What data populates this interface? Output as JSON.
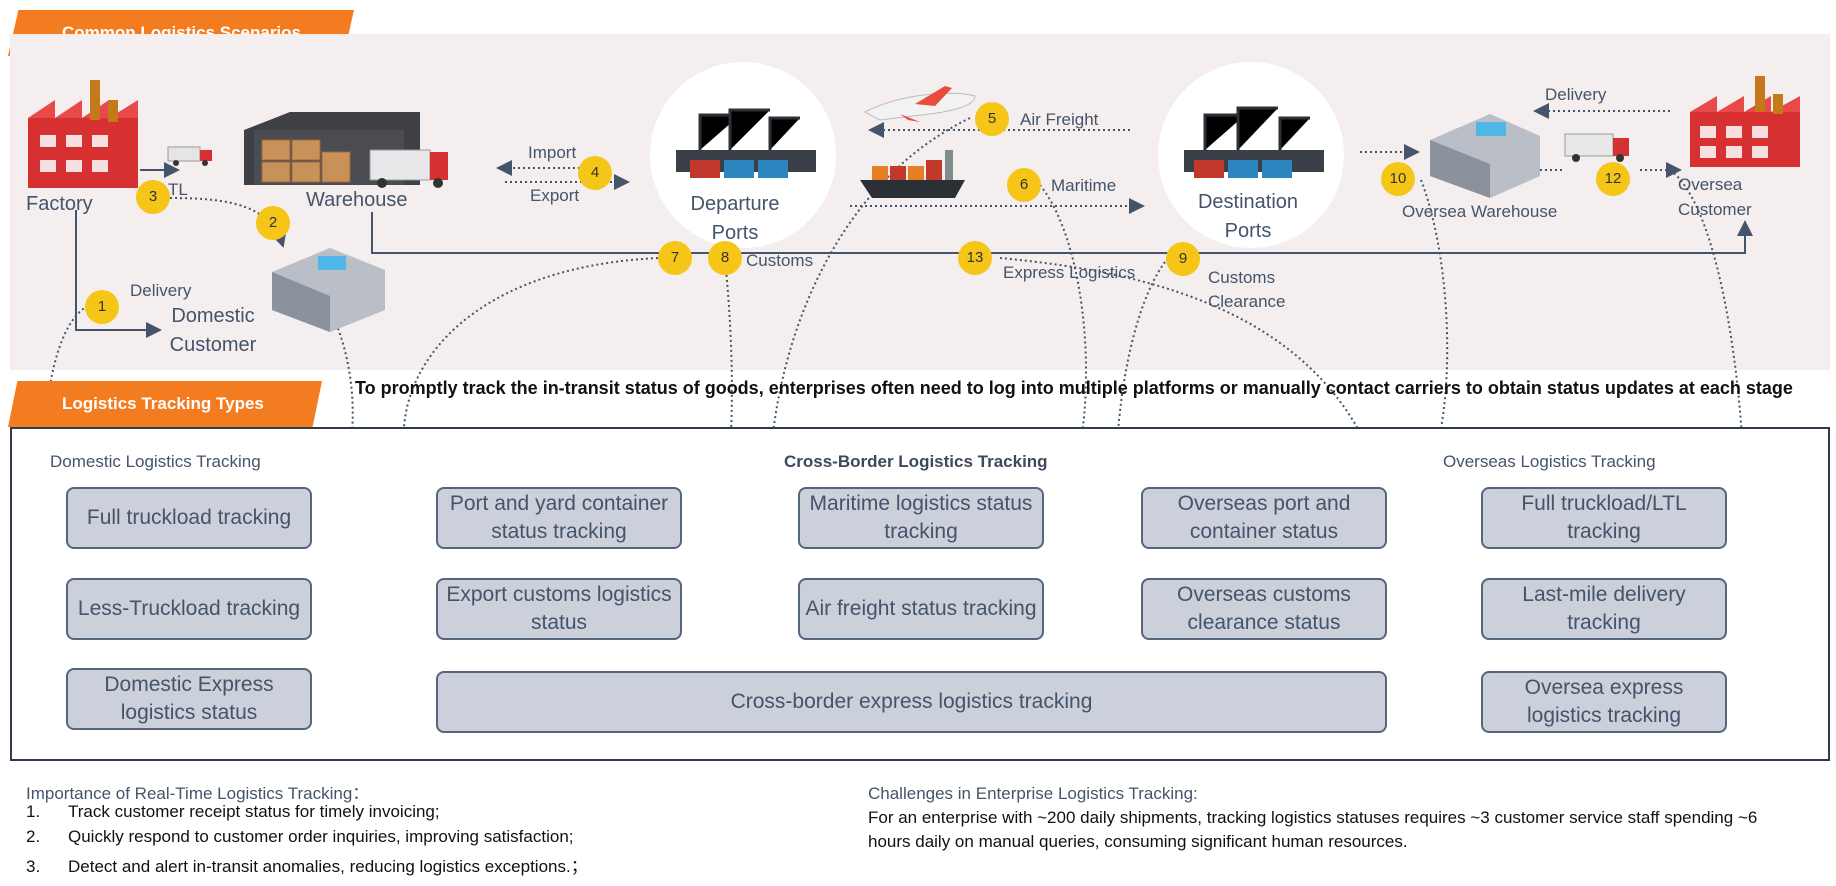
{
  "banners": {
    "scenarios": "Common Logistics Scenarios",
    "tracking_types": "Logistics Tracking Types"
  },
  "scene": {
    "factory": "Factory",
    "warehouse": "Warehouse",
    "departure_ports": "Departure Ports",
    "destination_ports": "Destination Ports",
    "oversea_warehouse": "Oversea Warehouse",
    "oversea_customer": "Oversea Customer",
    "domestic_customer": "Domestic Customer",
    "delivery_left": "Delivery",
    "delivery_right": "Delivery",
    "tl": "TL",
    "import": "Import",
    "export": "Export",
    "air_freight": "Air Freight",
    "maritime": "Maritime",
    "customs": "Customs",
    "express_logistics": "Express Logistics",
    "customs_clearance": "Customs Clearance"
  },
  "steps": [
    "1",
    "2",
    "3",
    "4",
    "5",
    "6",
    "7",
    "8",
    "9",
    "10",
    "12",
    "13"
  ],
  "notice": "To promptly track the in-transit status of goods, enterprises often need to log into multiple platforms or manually contact carriers to obtain status updates at each stage",
  "tracking": {
    "domestic_title": "Domestic Logistics Tracking",
    "cross_border_title": "Cross-Border Logistics Tracking",
    "overseas_title": "Overseas Logistics Tracking",
    "boxes": {
      "full_truckload": "Full truckload tracking",
      "less_truckload": "Less-Truckload tracking",
      "domestic_express": "Domestic Express logistics status",
      "port_yard": "Port and yard container status tracking",
      "export_customs": "Export customs logistics status",
      "maritime_status": "Maritime logistics status tracking",
      "air_freight_status": "Air freight status tracking",
      "overseas_port": "Overseas port and container status",
      "overseas_customs": "Overseas customs clearance status",
      "cross_border_express": "Cross-border express logistics tracking",
      "full_truckload_ltl": "Full truckload/LTL tracking",
      "last_mile": "Last-mile delivery tracking",
      "oversea_express": "Oversea express logistics tracking"
    }
  },
  "importance": {
    "title": "Importance of Real-Time Logistics Tracking：",
    "items": [
      {
        "num": "1.",
        "text": "Track customer receipt status for timely invoicing;"
      },
      {
        "num": "2.",
        "text": "Quickly respond to customer order inquiries, improving satisfaction;"
      },
      {
        "num": "3.",
        "text": "Detect and alert in-transit anomalies, reducing logistics exceptions.；"
      }
    ]
  },
  "challenges": {
    "title": "Challenges in Enterprise Logistics Tracking:",
    "text": "For an enterprise with ~200 daily shipments, tracking logistics statuses requires ~3 customer service staff spending ~6 hours daily on manual queries, consuming significant human resources."
  },
  "colors": {
    "banner": "#f47c20",
    "scene_bg": "#f4eeee",
    "step_circle": "#f5c518",
    "box_fill": "#cbd0da",
    "box_border": "#56657e",
    "text": "#44546a"
  },
  "icons": [
    "factory-icon",
    "warehouse-icon",
    "truck-icon",
    "building-icon",
    "port-crane-icon",
    "airplane-icon",
    "cargo-ship-icon"
  ]
}
